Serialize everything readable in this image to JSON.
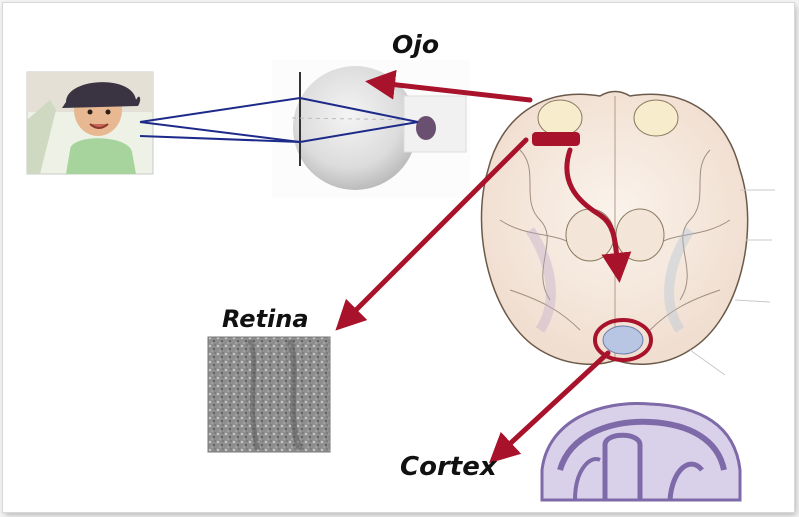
{
  "labels": {
    "eye": "Ojo",
    "retina": "Retina",
    "cortex": "Cortex"
  },
  "colors": {
    "arrow": "#a8122a",
    "light_ray": "#1d2a8a",
    "brain_outline": "#6b5a4a",
    "cortex_stain": "#7e6aa8",
    "retina_texture": "#8a8a8a"
  },
  "icons": {
    "child_photo": "child-face-photo",
    "eye_ball": "eyeball-diagram",
    "brain": "brain-ventral-view",
    "retina_sample": "retina-micrograph",
    "cortex_sample": "cortex-section-stain"
  }
}
